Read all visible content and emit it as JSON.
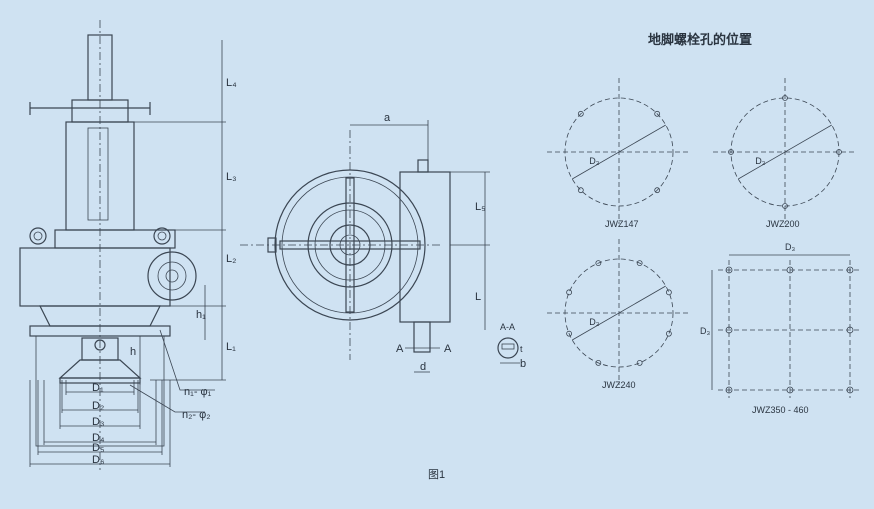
{
  "front_view": {
    "height_labels": [
      "L₄",
      "L₃",
      "L₂",
      "L₁"
    ],
    "h1": "h₁",
    "h": "h",
    "hole1": "n₁- φ₁",
    "hole2": "n₂- φ₂",
    "diameters": [
      "D₁",
      "D₂",
      "D₃",
      "D₄",
      "D₅",
      "D₆"
    ]
  },
  "top_view": {
    "a": "a",
    "L5": "L₅",
    "L": "L",
    "section_left": "A",
    "section_right": "A",
    "d": "d",
    "section_title": "A-A",
    "t": "t",
    "b": "b"
  },
  "bolt_holes": {
    "title": "地脚螺栓孔的位置",
    "diameter_label": "D₃",
    "layouts": [
      "JWZ147",
      "JWZ200",
      "JWZ240",
      "JWZ350 - 460"
    ]
  },
  "caption": "图1",
  "colors": {
    "background": "#cfe2f2",
    "line": "#3b4653"
  }
}
